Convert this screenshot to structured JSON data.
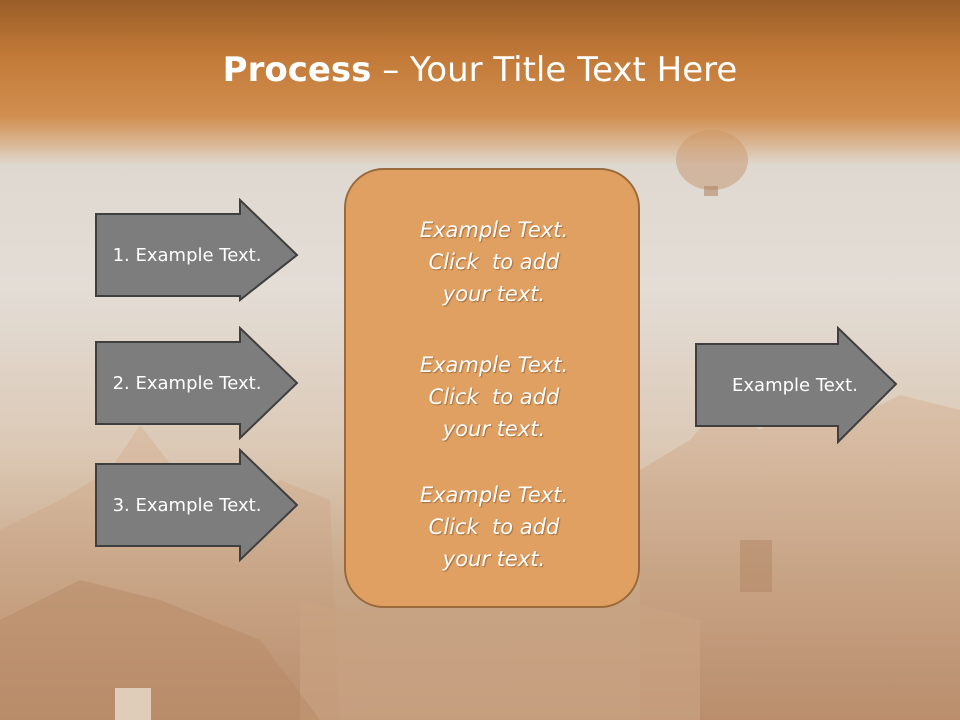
{
  "slide": {
    "title_bold": "Process",
    "title_sep": " – ",
    "title_rest": "Your Title Text Here"
  },
  "left_arrows": [
    {
      "label": "1. Example Text."
    },
    {
      "label": "2. Example Text."
    },
    {
      "label": "3. Example Text."
    }
  ],
  "center_box": {
    "paragraphs": [
      {
        "lines": [
          "Example Text.",
          "Click  to add",
          "your text."
        ]
      },
      {
        "lines": [
          "Example Text.",
          "Click  to add",
          "your text."
        ]
      },
      {
        "lines": [
          "Example Text.",
          "Click  to add",
          "your text."
        ]
      }
    ]
  },
  "right_arrow": {
    "label": "Example Text."
  },
  "colors": {
    "title_band": "#c37a38",
    "arrow_fill": "#7d7d7d",
    "arrow_stroke": "#3f3f3f",
    "box_fill": "#dfa062",
    "box_stroke": "#9a6a3c",
    "text": "#ffffff"
  }
}
